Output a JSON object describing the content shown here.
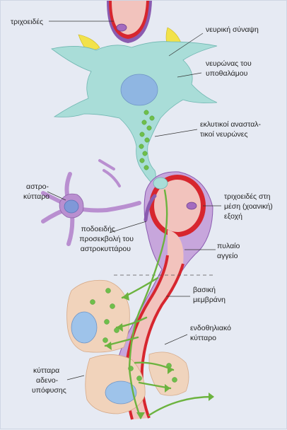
{
  "labels": {
    "capillary_top": "τριχοειδές",
    "synapse": "νευρική σύναψη",
    "hypothalamic_neuron": [
      "νευρώνας του",
      "υποθαλάμου"
    ],
    "inhibitory_neurons": [
      "εκλυτικοί ανασταλ-",
      "τικοί νευρώνες"
    ],
    "astrocyte": [
      "αστρο-",
      "κύτταρο"
    ],
    "capillary_median": [
      "τριχοειδές στη",
      "μέση (χοανική)",
      "εξοχή"
    ],
    "astro_endfoot": [
      "ποδοειδής",
      "προσεκβολή του",
      "αστροκυττάρου"
    ],
    "portal_vessel": [
      "πυλαίο",
      "αγγείο"
    ],
    "basement_membrane": [
      "βασική",
      "μεμβράνη"
    ],
    "endothelial_cell": [
      "ενδοθηλιακό",
      "κύτταρο"
    ],
    "adenohypophysis_cells": [
      "κύτταρα",
      "αδενο-",
      "υπόφυσης"
    ]
  },
  "colors": {
    "neuron": "#a9ddd8",
    "neuron_nucleus": "#8fb6e2",
    "capillary_fill": "#f2c3bd",
    "vessel_red": "#d7262e",
    "vessel_purple": "#8a5bb0",
    "astrocyte": "#b98fd0",
    "astro_nucleus": "#7f98d8",
    "glia_yellow": "#f2e24a",
    "granule_green": "#6fbf4b",
    "pituitary_cell": "#f1d3bb",
    "pit_nucleus": "#9ec3ea",
    "flow_arrow": "#6cb33f"
  }
}
